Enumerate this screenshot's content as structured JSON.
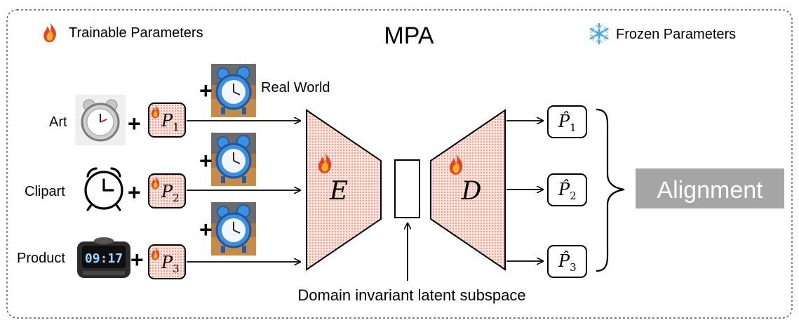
{
  "title": "MPA",
  "legend": {
    "trainable_label": "Trainable Parameters",
    "frozen_label": "Frozen Parameters",
    "trainable_icon": "fire-icon",
    "frozen_icon": "snowflake-icon"
  },
  "target_domain": {
    "label": "Real World",
    "icon": "blue-alarm-clock-photo"
  },
  "source_domains": [
    {
      "label": "Art",
      "icon": "silver-alarm-clock-image",
      "prompt": "P",
      "prompt_sub": "1",
      "plus": "+"
    },
    {
      "label": "Clipart",
      "icon": "alarm-clock-clipart-icon",
      "prompt": "P",
      "prompt_sub": "2",
      "plus": "+"
    },
    {
      "label": "Product",
      "icon": "digital-clock-product-image",
      "prompt": "P",
      "prompt_sub": "3",
      "plus": "+"
    }
  ],
  "encoder": {
    "label": "E",
    "trainable": true
  },
  "decoder": {
    "label": "D",
    "trainable": true
  },
  "latent_caption": "Domain invariant latent subspace",
  "outputs": [
    {
      "prompt": "P̂",
      "prompt_sub": "1"
    },
    {
      "prompt": "P̂",
      "prompt_sub": "2"
    },
    {
      "prompt": "P̂",
      "prompt_sub": "3"
    }
  ],
  "alignment_label": "Alignment",
  "colors": {
    "hatch_bg": "#fbe3dc",
    "hatch_dot": "#d9533f",
    "alignment_bg": "#a5a5a5",
    "alignment_text": "#ffffff",
    "clock_blue": "#3d8fe0"
  }
}
